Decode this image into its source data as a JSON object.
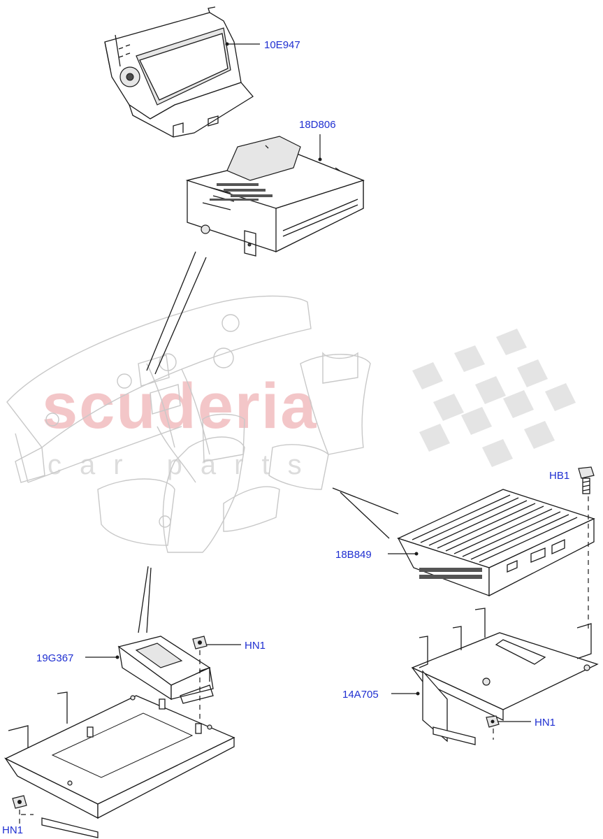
{
  "watermark": {
    "main": "scuderia",
    "sub": "car parts"
  },
  "colors": {
    "label": "#1f2fd1",
    "watermark_main": "#f3c6c8",
    "watermark_sub": "#dcdcdc"
  },
  "parts": {
    "display_unit": "10E947",
    "radio_unit": "18D806",
    "amplifier": "18B849",
    "module": "19G367",
    "bracket": "14A705",
    "bolt": "HB1",
    "nut_module": "HN1",
    "nut_bracket": "HN1",
    "nut_lower": "HN1"
  }
}
